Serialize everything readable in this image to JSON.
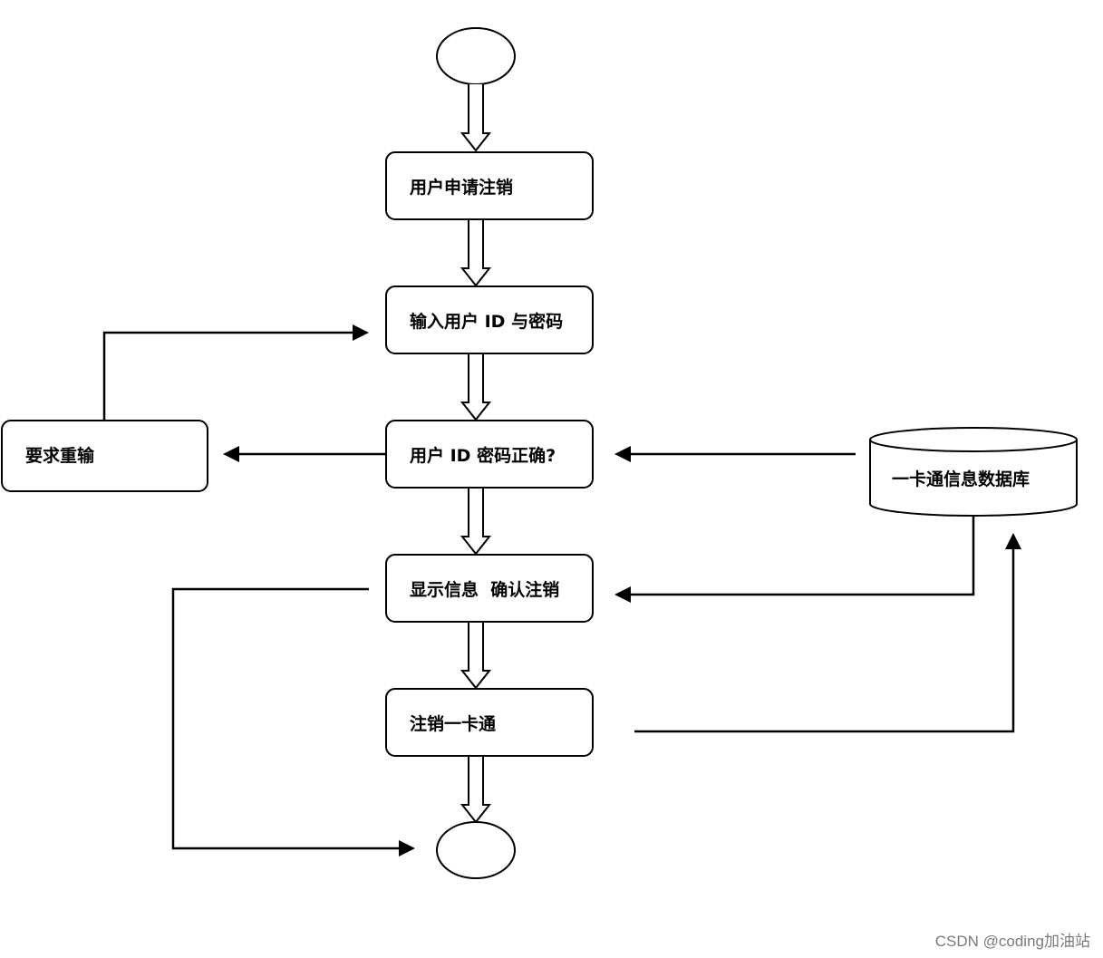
{
  "nodes": {
    "apply": "用户申请注销",
    "input": "输入用户 ID 与密码",
    "check": "用户 ID 密码正确?",
    "retry": "要求重输",
    "confirm": "显示信息  确认注销",
    "cancel": "注销一卡通",
    "database": "一卡通信息数据库"
  },
  "watermark": "CSDN @coding加油站",
  "colors": {
    "stroke": "#000000",
    "background": "#ffffff",
    "watermark": "#7a7a7a"
  }
}
